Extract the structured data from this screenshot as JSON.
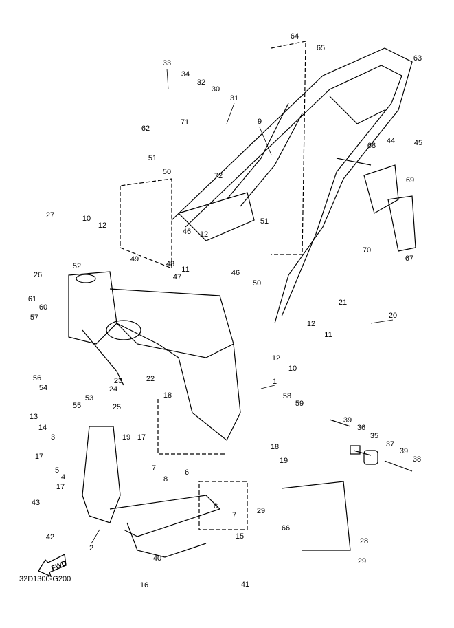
{
  "diagram_code": "32D1300-G200",
  "fwd_badge": "FWD",
  "callouts": [
    "33",
    "34",
    "32",
    "30",
    "31",
    "64",
    "65",
    "63",
    "9",
    "71",
    "72",
    "62",
    "51",
    "50",
    "27",
    "10",
    "12",
    "46",
    "12",
    "51",
    "48",
    "11",
    "46",
    "47",
    "50",
    "52",
    "49",
    "26",
    "61",
    "60",
    "57",
    "56",
    "54",
    "55",
    "53",
    "23",
    "22",
    "24",
    "13",
    "14",
    "3",
    "25",
    "18",
    "19",
    "17",
    "1",
    "58",
    "59",
    "12",
    "10",
    "21",
    "20",
    "12",
    "11",
    "68",
    "69",
    "70",
    "67",
    "44",
    "45",
    "39",
    "36",
    "35",
    "37",
    "39",
    "38",
    "18",
    "19",
    "17",
    "5",
    "4",
    "7",
    "8",
    "6",
    "17",
    "43",
    "42",
    "2",
    "8",
    "7",
    "15",
    "29",
    "66",
    "28",
    "29",
    "40",
    "41",
    "16"
  ]
}
